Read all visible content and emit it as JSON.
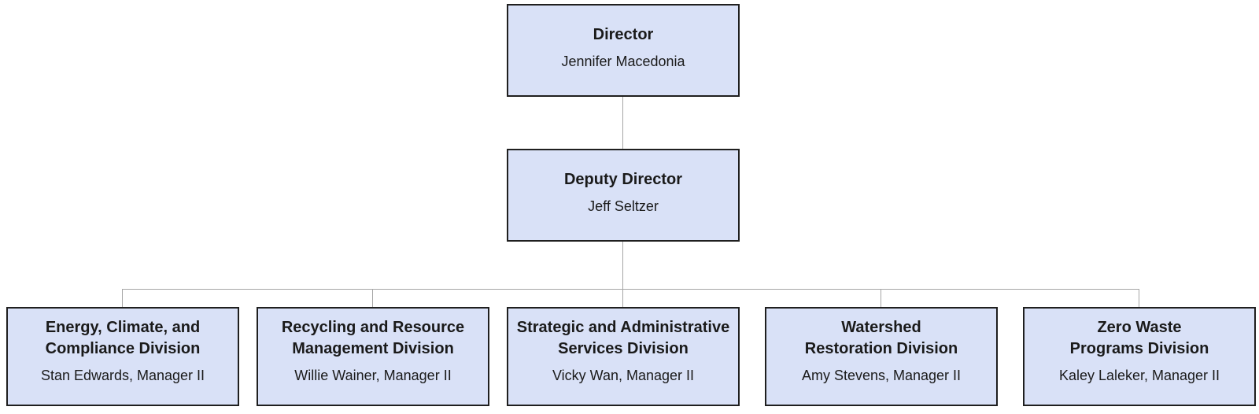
{
  "org": {
    "director": {
      "title": "Director",
      "name": "Jennifer Macedonia"
    },
    "deputy": {
      "title": "Deputy Director",
      "name": "Jeff Seltzer"
    },
    "divisions": [
      {
        "title_line1": "Energy, Climate, and",
        "title_line2": "Compliance Division",
        "name": "Stan Edwards, Manager II"
      },
      {
        "title_line1": "Recycling and Resource",
        "title_line2": "Management Division",
        "name": "Willie Wainer, Manager II"
      },
      {
        "title_line1": "Strategic and Administrative",
        "title_line2": "Services Division",
        "name": "Vicky Wan, Manager II"
      },
      {
        "title_line1": "Watershed",
        "title_line2": "Restoration Division",
        "name": "Amy Stevens, Manager II"
      },
      {
        "title_line1": "Zero Waste",
        "title_line2": "Programs Division",
        "name": "Kaley Laleker, Manager II"
      }
    ],
    "colors": {
      "box_fill": "#d9e1f7",
      "box_border": "#1f1f1f",
      "connector": "#a6a6a6",
      "text": "#1a1a1a"
    }
  }
}
